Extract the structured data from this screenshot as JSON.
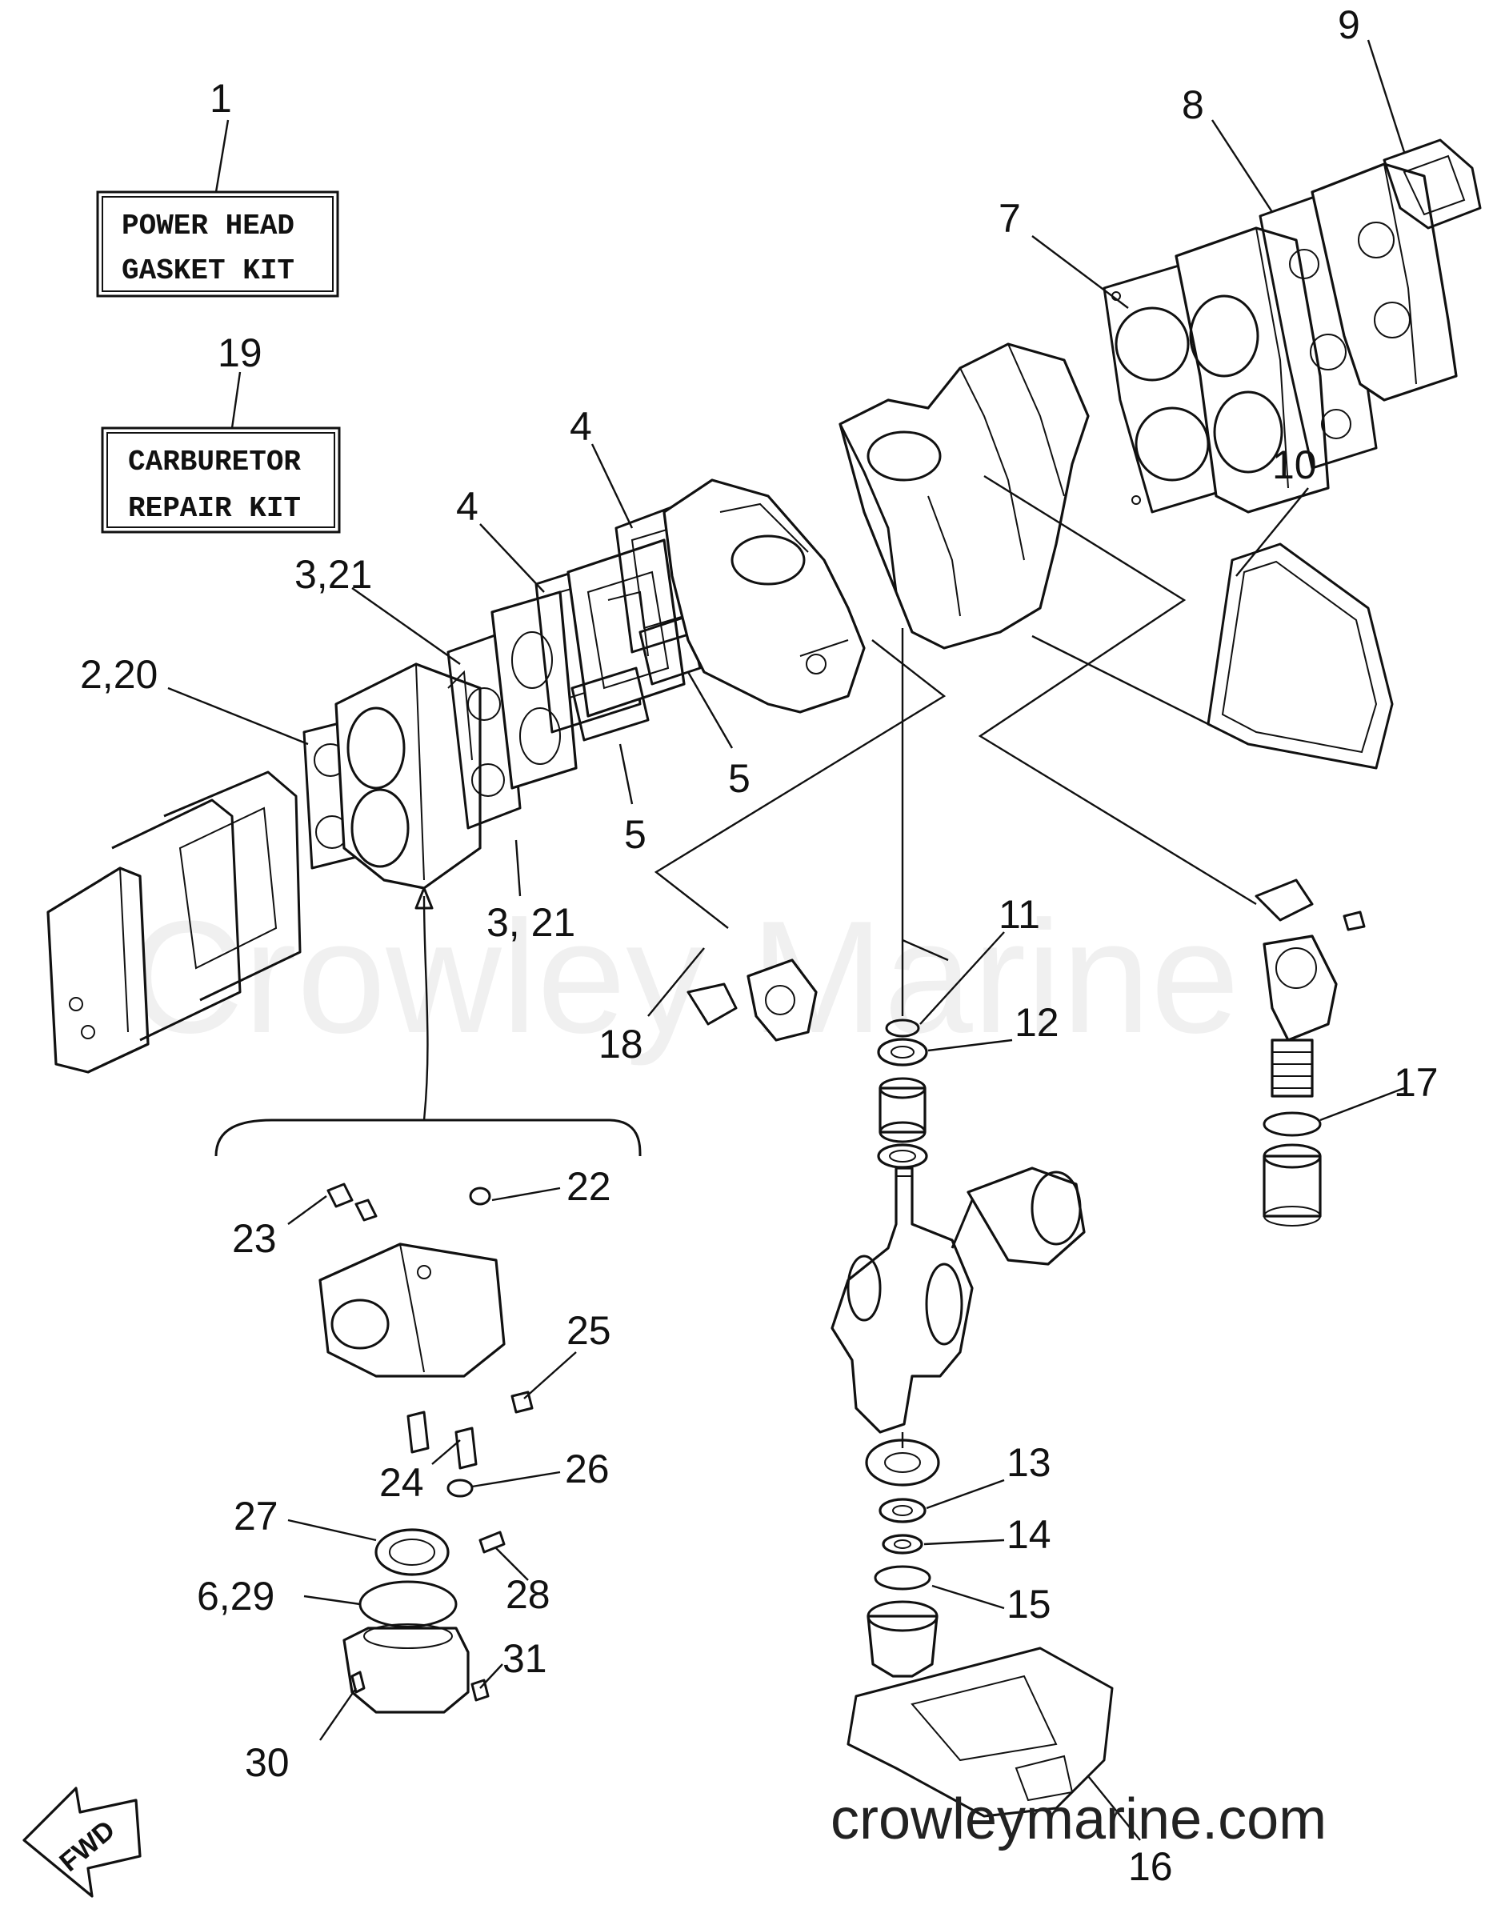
{
  "kits": [
    {
      "number": "1",
      "line1": "POWER HEAD",
      "line2": "GASKET KIT"
    },
    {
      "number": "19",
      "line1": "CARBURETOR",
      "line2": "REPAIR KIT"
    }
  ],
  "callouts": [
    "2,20",
    "3,21",
    "3, 21",
    "4",
    "4",
    "5",
    "5",
    "7",
    "8",
    "9",
    "10",
    "11",
    "12",
    "13",
    "14",
    "15",
    "16",
    "17",
    "18",
    "22",
    "23",
    "24",
    "25",
    "26",
    "27",
    "28",
    "6,29",
    "30",
    "31"
  ],
  "watermark": "Crowley Marine",
  "website": "crowleymarine.com",
  "direction_label": "FWD"
}
